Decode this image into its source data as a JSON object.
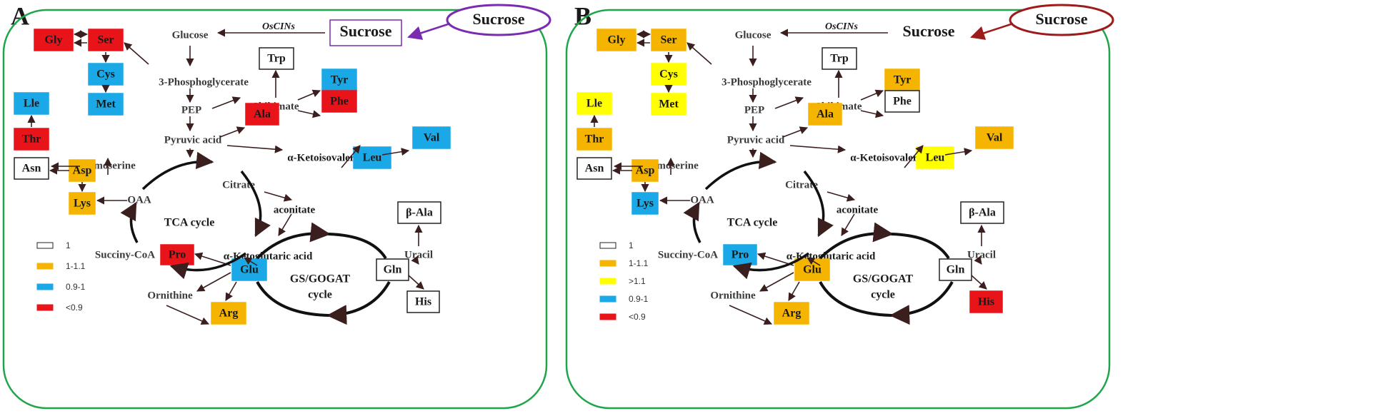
{
  "colors": {
    "white": "#ffffff",
    "orange": "#f5b400",
    "yellow": "#ffff00",
    "blue": "#1aa8e6",
    "red": "#e8141a",
    "frame": "#1fa64a",
    "arrow": "#3b1f1f",
    "purple": "#7a2bb0",
    "darkred": "#9e1b1b"
  },
  "panels": [
    {
      "letter": "A",
      "external_sucrose": "Sucrose",
      "sucrose": "Sucrose",
      "enzyme": "OsCINs",
      "sucrose_color": "#6a2bb0",
      "ellipse_color": "#7a2bb0",
      "boxes": {
        "Gly": {
          "label": "Gly",
          "color": "red"
        },
        "Ser": {
          "label": "Ser",
          "color": "red"
        },
        "Cys": {
          "label": "Cys",
          "color": "blue"
        },
        "Met": {
          "label": "Met",
          "color": "blue"
        },
        "Lle": {
          "label": "Lle",
          "color": "blue"
        },
        "Thr": {
          "label": "Thr",
          "color": "red"
        },
        "Asn": {
          "label": "Asn",
          "color": "white"
        },
        "Asp": {
          "label": "Asp",
          "color": "orange"
        },
        "Lys": {
          "label": "Lys",
          "color": "orange"
        },
        "Trp": {
          "label": "Trp",
          "color": "white"
        },
        "Tyr": {
          "label": "Tyr",
          "color": "blue"
        },
        "Phe": {
          "label": "Phe",
          "color": "red"
        },
        "Ala": {
          "label": "Ala",
          "color": "red"
        },
        "Val": {
          "label": "Val",
          "color": "blue"
        },
        "Leu": {
          "label": "Leu",
          "color": "blue"
        },
        "bAla": {
          "label": "β-Ala",
          "color": "white"
        },
        "Pro": {
          "label": "Pro",
          "color": "red"
        },
        "Glu": {
          "label": "Glu",
          "color": "blue"
        },
        "Gln": {
          "label": "Gln",
          "color": "white"
        },
        "His": {
          "label": "His",
          "color": "white"
        },
        "Arg": {
          "label": "Arg",
          "color": "orange"
        }
      },
      "legend": [
        {
          "color": "white",
          "label": "1"
        },
        {
          "color": "orange",
          "label": "1-1.1"
        },
        {
          "color": "blue",
          "label": "0.9-1"
        },
        {
          "color": "red",
          "label": "<0.9"
        }
      ]
    },
    {
      "letter": "B",
      "external_sucrose": "Sucrose",
      "sucrose": "Sucrose",
      "enzyme": "OsCINs",
      "sucrose_color": "#c01515",
      "ellipse_color": "#9e1b1b",
      "boxes": {
        "Gly": {
          "label": "Gly",
          "color": "orange"
        },
        "Ser": {
          "label": "Ser",
          "color": "orange"
        },
        "Cys": {
          "label": "Cys",
          "color": "yellow"
        },
        "Met": {
          "label": "Met",
          "color": "yellow"
        },
        "Lle": {
          "label": "Lle",
          "color": "yellow"
        },
        "Thr": {
          "label": "Thr",
          "color": "orange"
        },
        "Asn": {
          "label": "Asn",
          "color": "white"
        },
        "Asp": {
          "label": "Asp",
          "color": "orange"
        },
        "Lys": {
          "label": "Lys",
          "color": "blue"
        },
        "Trp": {
          "label": "Trp",
          "color": "white"
        },
        "Tyr": {
          "label": "Tyr",
          "color": "orange"
        },
        "Phe": {
          "label": "Phe",
          "color": "white"
        },
        "Ala": {
          "label": "Ala",
          "color": "orange"
        },
        "Val": {
          "label": "Val",
          "color": "orange"
        },
        "Leu": {
          "label": "Leu",
          "color": "yellow"
        },
        "bAla": {
          "label": "β-Ala",
          "color": "white"
        },
        "Pro": {
          "label": "Pro",
          "color": "blue"
        },
        "Glu": {
          "label": "Glu",
          "color": "orange"
        },
        "Gln": {
          "label": "Gln",
          "color": "white"
        },
        "His": {
          "label": "His",
          "color": "red"
        },
        "Arg": {
          "label": "Arg",
          "color": "orange"
        }
      },
      "legend": [
        {
          "color": "white",
          "label": "1"
        },
        {
          "color": "orange",
          "label": "1-1.1"
        },
        {
          "color": "yellow",
          "label": ">1.1"
        },
        {
          "color": "blue",
          "label": "0.9-1"
        },
        {
          "color": "red",
          "label": "<0.9"
        }
      ]
    }
  ],
  "labels": {
    "glucose": "Glucose",
    "pg3": "3-Phosphoglycerate",
    "pep": "PEP",
    "skikimate": "Skikimate",
    "pyruvic": "Pyruvic  acid",
    "ketoiso": "α-Ketoisovaleric acid",
    "homoserine": "Homoserine",
    "citrate": "Citrate",
    "oaa": "OAA",
    "aconitate": "aconitate",
    "tca": "TCA cycle",
    "succinyl": "Succiny-CoA",
    "ketoglut": "α-Ketoglutaric  acid",
    "uracil": "Uracil",
    "gs1": "GS/GOGAT",
    "gs2": "cycle",
    "ornithine": "Ornithine"
  }
}
